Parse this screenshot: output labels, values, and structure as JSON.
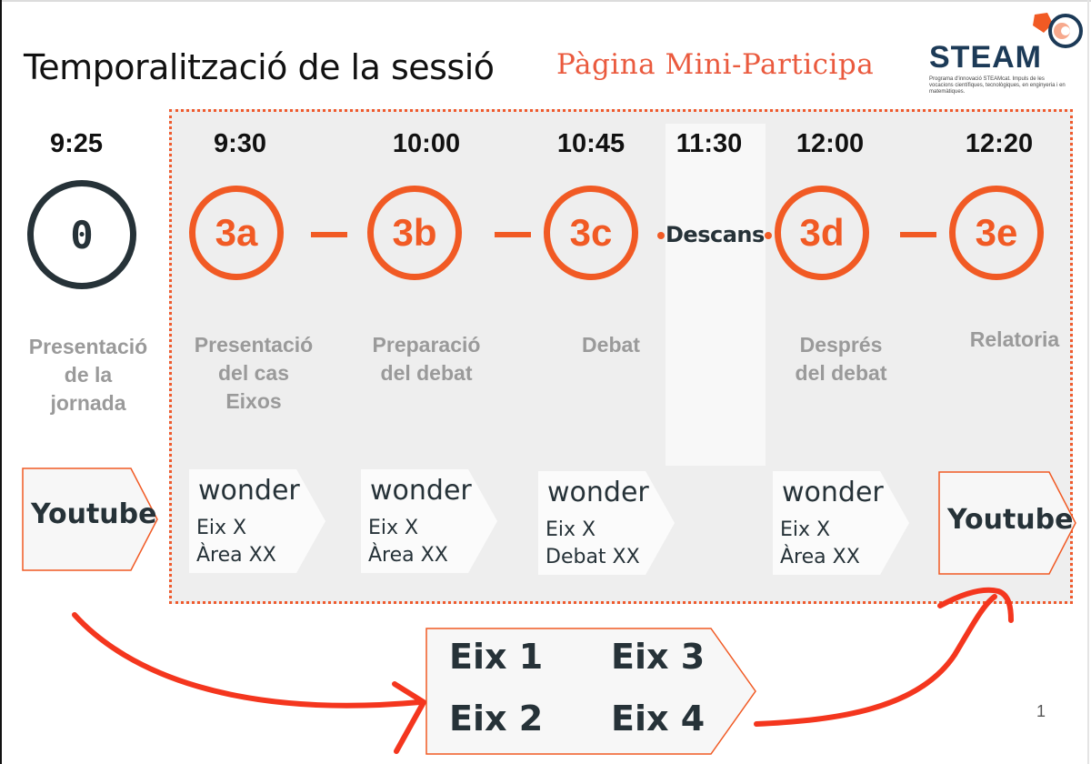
{
  "title": "Temporalització de la sessió",
  "mini_participa": "Pàgina Mini-Participa",
  "logo": {
    "word": "STEAM",
    "subtitle": "Programa d'innovació STEAMcat. Impuls de les vocacions científiques, tecnològiques, en enginyeria i en matemàtiques."
  },
  "times": [
    "9:25",
    "9:30",
    "10:00",
    "10:45",
    "11:30",
    "12:00",
    "12:20"
  ],
  "steps": {
    "s0": {
      "code": "0",
      "label": [
        "Presentació",
        "de la",
        "jornada"
      ]
    },
    "s3a": {
      "code": "3a",
      "label": [
        "Presentació",
        "del cas",
        "Eixos"
      ]
    },
    "s3b": {
      "code": "3b",
      "label": [
        "Preparació",
        "del debat"
      ]
    },
    "s3c": {
      "code": "3c",
      "label": [
        "Debat"
      ]
    },
    "break": "Descans",
    "s3d": {
      "code": "3d",
      "label": [
        "Després",
        "del debat"
      ]
    },
    "s3e": {
      "code": "3e",
      "label": [
        "Relatoria"
      ]
    }
  },
  "cards": {
    "c0": {
      "text": "Youtube"
    },
    "c3a": {
      "title": "wonder",
      "line1": "Eix X",
      "line2": "Àrea XX"
    },
    "c3b": {
      "title": "wonder",
      "line1": "Eix X",
      "line2": "Àrea XX"
    },
    "c3c": {
      "title": "wonder",
      "line1": "Eix X",
      "line2": "Debat XX"
    },
    "c3d": {
      "title": "wonder",
      "line1": "Eix X",
      "line2": "Àrea XX"
    },
    "c3e": {
      "text": "Youtube"
    }
  },
  "eixos": [
    "Eix 1",
    "Eix 3",
    "Eix 2",
    "Eix 4"
  ],
  "page_number": "1",
  "colors": {
    "accent": "#f15a24",
    "dark": "#263238",
    "muted": "#9a9a9a"
  }
}
